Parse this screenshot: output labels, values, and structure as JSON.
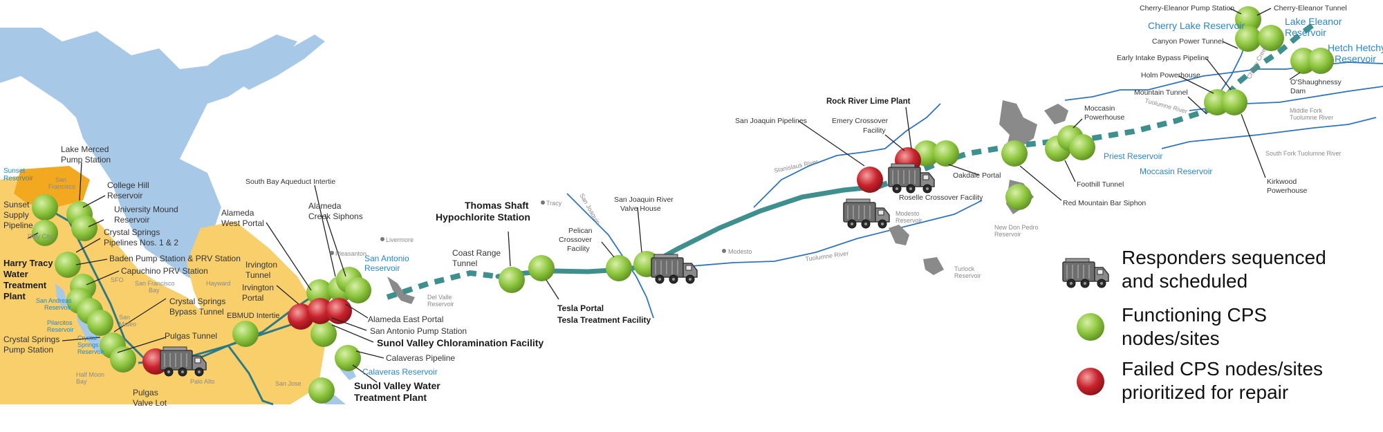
{
  "colors": {
    "water": "#a8c8e8",
    "urban": "#f8cf6a",
    "urban_core": "#f2a81f",
    "aqueduct": "#3f8f8f",
    "river": "#2f74bb",
    "node_ok": "#8ec63f",
    "node_failed": "#c8232c",
    "truck": "#6e6e6e",
    "water_label": "#2a86c8"
  },
  "icons": {
    "truck": "fire-truck-icon",
    "node_ok": "green-node-icon",
    "node_failed": "red-node-icon"
  },
  "labels": {
    "lake_merced": "Lake Merced",
    "lake_merced_2": "Pump Station",
    "sunset_reservoir": "Sunset",
    "sunset_reservoir_2": "Reservoir",
    "sunset_supply": "Sunset",
    "sunset_supply_2": "Supply",
    "sunset_supply_3": "Pipeline",
    "college_hill": "College Hill",
    "college_hill_2": "Reservoir",
    "university_mound": "University Mound",
    "university_mound_2": "Reservoir",
    "crystal_springs_pipelines": "Crystal Springs",
    "crystal_springs_pipelines_2": "Pipelines Nos. 1 & 2",
    "harry_tracy": "Harry Tracy",
    "harry_tracy_2": "Water",
    "harry_tracy_3": "Treatment",
    "harry_tracy_4": "Plant",
    "baden": "Baden Pump Station & PRV Station",
    "capuchino": "Capuchino PRV Station",
    "crystal_springs_bypass": "Crystal Springs",
    "crystal_springs_bypass_2": "Bypass Tunnel",
    "crystal_springs_pump": "Crystal Springs",
    "crystal_springs_pump_2": "Pump Station",
    "pulgas_tunnel": "Pulgas Tunnel",
    "pulgas_valve": "Pulgas",
    "pulgas_valve_2": "Valve Lot",
    "south_bay_intertie": "South Bay Aqueduct Intertie",
    "alameda_west": "Alameda",
    "alameda_west_2": "West Portal",
    "alameda_creek": "Alameda",
    "alameda_creek_2": "Creek Siphons",
    "irvington_tunnel": "Irvington",
    "irvington_tunnel_2": "Tunnel",
    "irvington_portal": "Irvington",
    "irvington_portal_2": "Portal",
    "ebmud": "EBMUD Intertie",
    "alameda_east": "Alameda East Portal",
    "san_antonio_pump": "San Antonio Pump Station",
    "sunol_chloramination": "Sunol Valley Chloramination Facility",
    "calaveras_pipeline": "Calaveras Pipeline",
    "sunol_wtp": "Sunol Valley Water",
    "sunol_wtp_2": "Treatment Plant",
    "thomas_shaft": "Thomas Shaft",
    "thomas_shaft_2": "Hypochlorite Station",
    "coast_range": "Coast Range",
    "coast_range_2": "Tunnel",
    "tesla_portal": "Tesla Portal",
    "tesla_treatment": "Tesla Treatment Facility",
    "pelican": "Pelican",
    "pelican_2": "Crossover",
    "pelican_3": "Facility",
    "sj_river_valve": "San Joaquin River",
    "sj_river_valve_2": "Valve House",
    "rock_river": "Rock River Lime Plant",
    "sj_pipelines": "San Joaquin Pipelines",
    "emery": "Emery Crossover",
    "emery_2": "Facility",
    "oakdale": "Oakdale Portal",
    "roselle": "Roselle Crossover Facility",
    "red_mountain": "Red Mountain Bar Siphon",
    "foothill": "Foothill Tunnel",
    "moccasin_powerhouse": "Moccasin",
    "moccasin_powerhouse_2": "Powerhouse",
    "kirkwood": "Kirkwood",
    "kirkwood_2": "Powerhouse",
    "mountain_tunnel": "Mountain Tunnel",
    "holm": "Holm Powerhouse",
    "early_intake": "Early Intake Bypass Pipeline",
    "canyon": "Canyon Power Tunnel",
    "cherry_eleanor_pump": "Cherry-Eleanor Pump Station",
    "cherry_eleanor_tunnel": "Cherry-Eleanor Tunnel",
    "oshaughnessy": "O'Shaughnessy",
    "oshaughnessy_2": "Dam"
  },
  "water_labels": {
    "san_antonio": "San Antonio",
    "san_antonio_2": "Reservoir",
    "calaveras": "Calaveras Reservoir",
    "priest": "Priest Reservoir",
    "moccasin": "Moccasin Reservoir",
    "cherry": "Cherry Lake Reservoir",
    "eleanor": "Lake Eleanor",
    "eleanor_2": "Reservoir",
    "hetch": "Hetch Hetchy",
    "hetch_2": "Reservoir",
    "crystal": "Crystal",
    "crystal_2": "Springs",
    "crystal_3": "Reservoir",
    "san_andreas": "San Andreas",
    "san_andreas_2": "Reservoir",
    "pilarcitos": "Pilarcitos",
    "pilarcitos_2": "Reservoir"
  },
  "place_labels": {
    "tracy": "Tracy",
    "livermore": "Livermore",
    "pleasanton": "Pleasanton",
    "san_mateo": "San",
    "san_mateo_2": "Mateo",
    "palo_alto": "Palo Alto",
    "hayward": "Hayward",
    "modesto": "Modesto",
    "sf_bay": "San Francisco",
    "sf_bay_2": "Bay",
    "half_moon": "Half Moon",
    "half_moon_2": "Bay",
    "san_jose": "San Jose",
    "san_francisco": "San",
    "san_francisco_2": "Francisco",
    "daly_city": "Daly City",
    "sfo": "SFO",
    "del_valle": "Del Valle",
    "del_valle_2": "Reservoir",
    "sj_river": "San Joaquin",
    "sj_river_2": "River",
    "stanislaus": "Stanislaus River",
    "tuolumne": "Tuolumne River",
    "tuolumne_2": "Tuolumne River",
    "middle_fork": "Middle Fork",
    "middle_fork_2": "Tuolumne River",
    "south_fork": "South Fork Tuolumne River",
    "modesto_res": "Modesto",
    "modesto_res_2": "Reservoir",
    "turlock": "Turlock",
    "turlock_2": "Reservoir",
    "new_don_pedro": "New Don Pedro",
    "new_don_pedro_2": "Reservoir",
    "cherry_creek": "Cherry Creek"
  },
  "legend": {
    "responders_1": "Responders sequenced",
    "responders_2": "and scheduled",
    "functioning_1": "Functioning CPS",
    "functioning_2": "nodes/sites",
    "failed_1": "Failed CPS nodes/sites",
    "failed_2": "prioritized for repair"
  }
}
